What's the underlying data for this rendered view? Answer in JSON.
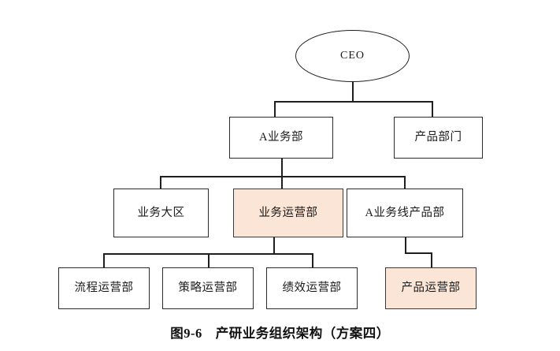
{
  "figure": {
    "caption": "图9-6　产研业务组织架构（方案四）",
    "colors": {
      "highlight_fill": "#fbe5d6",
      "box_border": "#2b2b2b",
      "line": "#1f1f1f",
      "background": "#ffffff",
      "text": "#1a1a1a"
    }
  },
  "chart_data": {
    "type": "diagram",
    "subtype": "org-chart",
    "title": "图9-6　产研业务组织架构（方案四）",
    "nodes": [
      {
        "id": "ceo",
        "label": "CEO",
        "level": 0,
        "shape": "ellipse",
        "highlighted": false
      },
      {
        "id": "biz_a",
        "label": "A业务部",
        "level": 1,
        "shape": "rect",
        "highlighted": false
      },
      {
        "id": "product",
        "label": "产品部门",
        "level": 1,
        "shape": "rect",
        "highlighted": false
      },
      {
        "id": "region",
        "label": "业务大区",
        "level": 2,
        "shape": "rect",
        "highlighted": false
      },
      {
        "id": "biz_ops",
        "label": "业务运营部",
        "level": 2,
        "shape": "rect",
        "highlighted": true
      },
      {
        "id": "line_prod",
        "label": "A业务线产品部",
        "level": 2,
        "shape": "rect",
        "highlighted": false
      },
      {
        "id": "proc_ops",
        "label": "流程运营部",
        "level": 3,
        "shape": "rect",
        "highlighted": false
      },
      {
        "id": "strat_ops",
        "label": "策略运营部",
        "level": 3,
        "shape": "rect",
        "highlighted": false
      },
      {
        "id": "perf_ops",
        "label": "绩效运营部",
        "level": 3,
        "shape": "rect",
        "highlighted": false
      },
      {
        "id": "prod_ops",
        "label": "产品运营部",
        "level": 3,
        "shape": "rect",
        "highlighted": true
      }
    ],
    "edges": [
      {
        "from": "ceo",
        "to": "biz_a"
      },
      {
        "from": "ceo",
        "to": "product"
      },
      {
        "from": "biz_a",
        "to": "region"
      },
      {
        "from": "biz_a",
        "to": "biz_ops"
      },
      {
        "from": "biz_a",
        "to": "line_prod"
      },
      {
        "from": "biz_ops",
        "to": "proc_ops"
      },
      {
        "from": "biz_ops",
        "to": "strat_ops"
      },
      {
        "from": "biz_ops",
        "to": "perf_ops"
      },
      {
        "from": "line_prod",
        "to": "prod_ops"
      }
    ],
    "highlighted_nodes": [
      "业务运营部",
      "产品运营部"
    ],
    "legend": [],
    "xlabel": "",
    "ylabel": ""
  }
}
